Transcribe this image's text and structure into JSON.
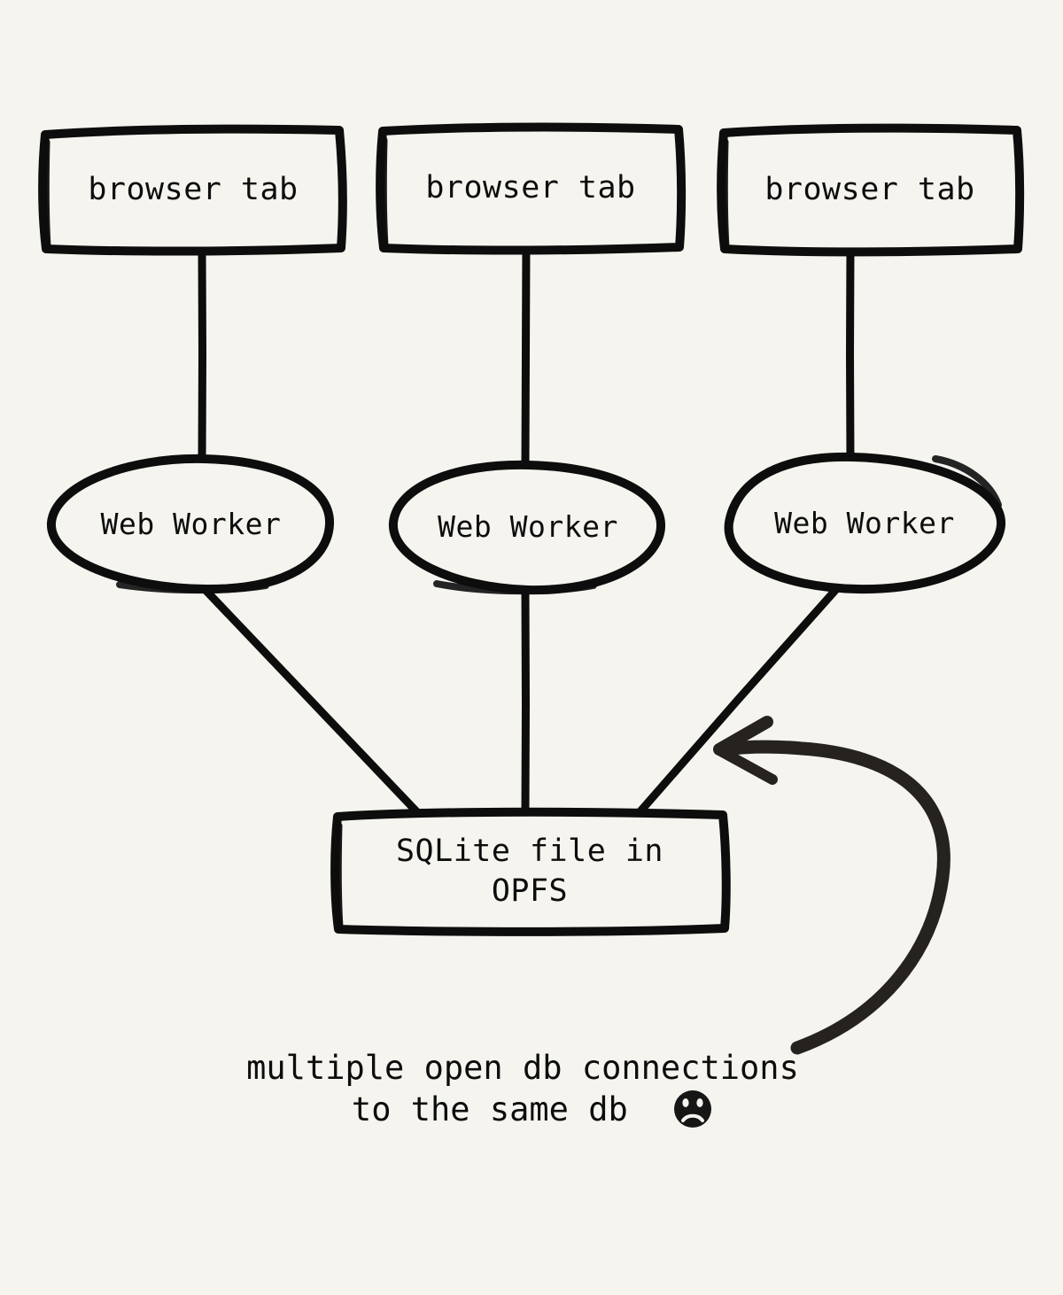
{
  "diagram": {
    "background_color": "#f5f4ef",
    "stroke_color": "#0d0d0d",
    "arrow_color": "#262220",
    "style": "hand-drawn",
    "nodes": [
      {
        "id": "tab-1",
        "shape": "rectangle",
        "label": "browser tab"
      },
      {
        "id": "tab-2",
        "shape": "rectangle",
        "label": "browser tab"
      },
      {
        "id": "tab-3",
        "shape": "rectangle",
        "label": "browser tab"
      },
      {
        "id": "worker-1",
        "shape": "ellipse",
        "label": "Web Worker"
      },
      {
        "id": "worker-2",
        "shape": "ellipse",
        "label": "Web Worker"
      },
      {
        "id": "worker-3",
        "shape": "ellipse",
        "label": "Web Worker"
      },
      {
        "id": "database",
        "shape": "rectangle",
        "label": "SQLite file in\nOPFS"
      }
    ],
    "edges": [
      {
        "from": "tab-1",
        "to": "worker-1",
        "kind": "line"
      },
      {
        "from": "tab-2",
        "to": "worker-2",
        "kind": "line"
      },
      {
        "from": "tab-3",
        "to": "worker-3",
        "kind": "line"
      },
      {
        "from": "worker-1",
        "to": "database",
        "kind": "line"
      },
      {
        "from": "worker-2",
        "to": "database",
        "kind": "line"
      },
      {
        "from": "worker-3",
        "to": "database",
        "kind": "line"
      },
      {
        "from": "annotation",
        "to": "worker-3-database-edge",
        "kind": "curved-arrow"
      }
    ],
    "annotation": {
      "line_1": "multiple open db connections",
      "line_2": "to the same db",
      "emoji": "frowning-face",
      "emoji_char": "☹"
    }
  }
}
